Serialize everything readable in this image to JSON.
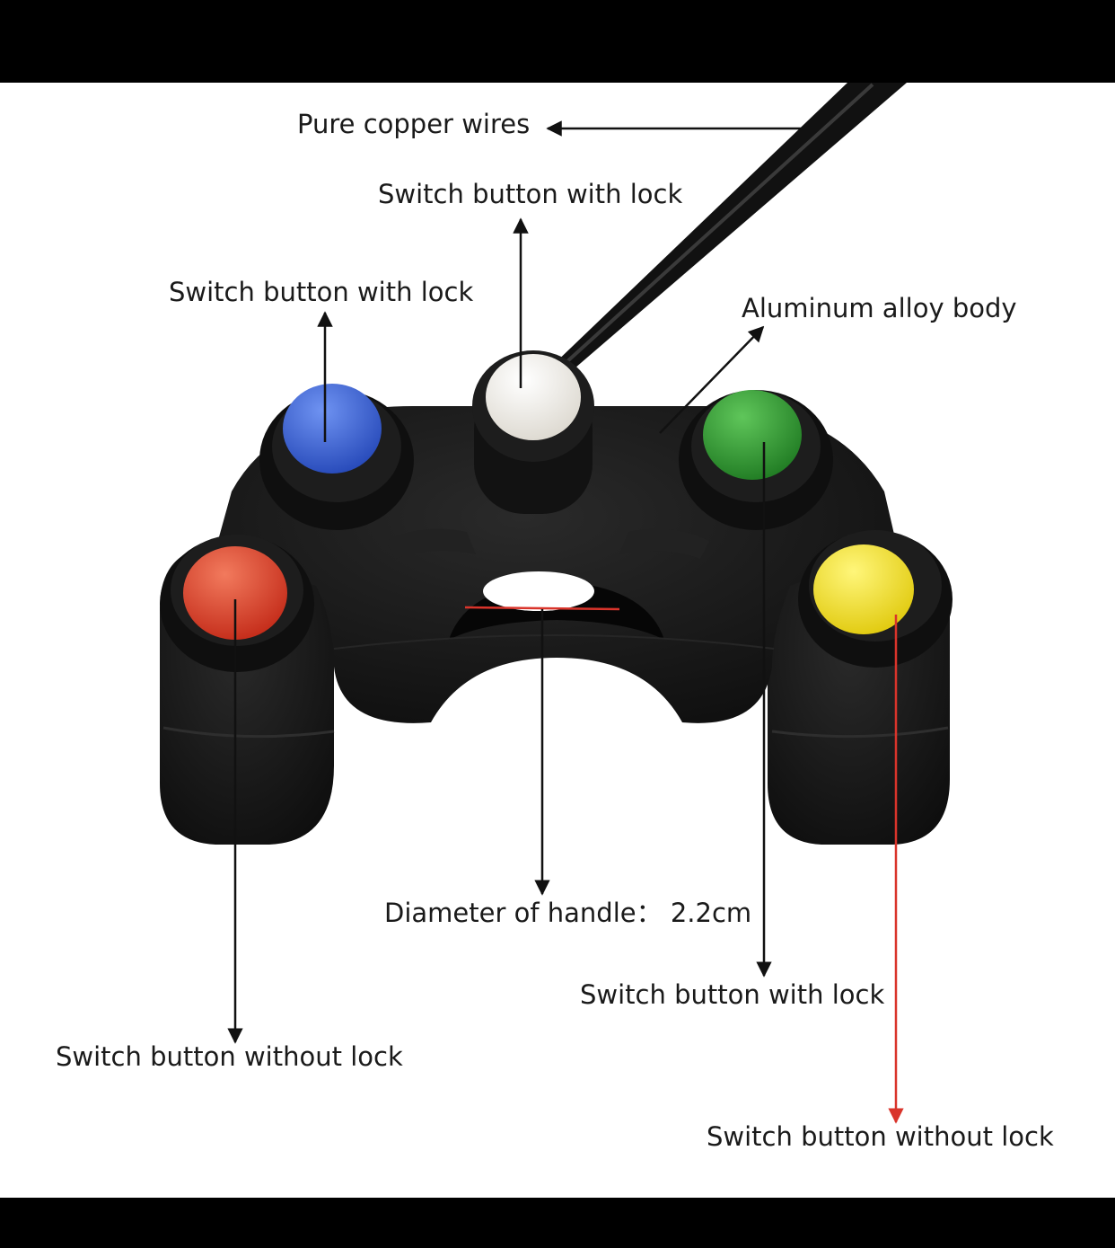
{
  "frame": {
    "background_color": "#000000",
    "canvas_color": "#ffffff"
  },
  "product": {
    "body_color": "#141414",
    "cable_color": "#111111",
    "buttons": [
      {
        "name": "blue-button",
        "color": "#2f5fd4"
      },
      {
        "name": "white-button",
        "color": "#f4f2ec"
      },
      {
        "name": "green-button",
        "color": "#2f9a2e"
      },
      {
        "name": "red-button",
        "color": "#de3b27"
      },
      {
        "name": "yellow-button",
        "color": "#f2e21a"
      }
    ],
    "handle_marker_color": "#d9342b"
  },
  "callouts": {
    "pure_copper_wires": "Pure copper wires",
    "top_center_lock": "Switch button with lock",
    "top_left_lock": "Switch button with lock",
    "aluminum_body": "Aluminum alloy body",
    "handle_diameter": "Diameter of handle： 2.2cm",
    "bottom_right_lock": "Switch button with lock",
    "bottom_left_without_lock": "Switch button without lock",
    "bottom_right_without_lock": "Switch button without lock"
  },
  "arrow_colors": {
    "default": "#111111",
    "accent": "#d9342b"
  }
}
